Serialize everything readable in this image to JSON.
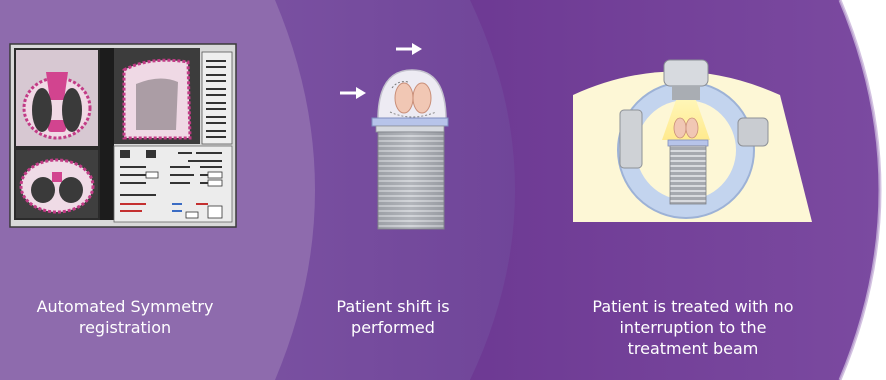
{
  "steps": [
    {
      "caption_lines": [
        "Automated Symmetry",
        "registration"
      ],
      "illustration": "registration-software-screen"
    },
    {
      "caption_lines": [
        "Patient shift is",
        "performed"
      ],
      "illustration": "patient-on-couch-with-shift-arrows"
    },
    {
      "caption_lines": [
        "Patient is treated with no",
        "interruption to the",
        "treatment beam"
      ],
      "illustration": "treatment-machine-with-beam"
    }
  ],
  "colors": {
    "panel_1": "#8f6bae",
    "panel_2": "#7a4c9e",
    "panel_3": "#6e3a93",
    "panel_edge": "#c9b6db",
    "text": "#ffffff",
    "beam": "#fff2a8"
  },
  "icons": [
    "right-arrow-icon",
    "right-arrow-icon"
  ]
}
